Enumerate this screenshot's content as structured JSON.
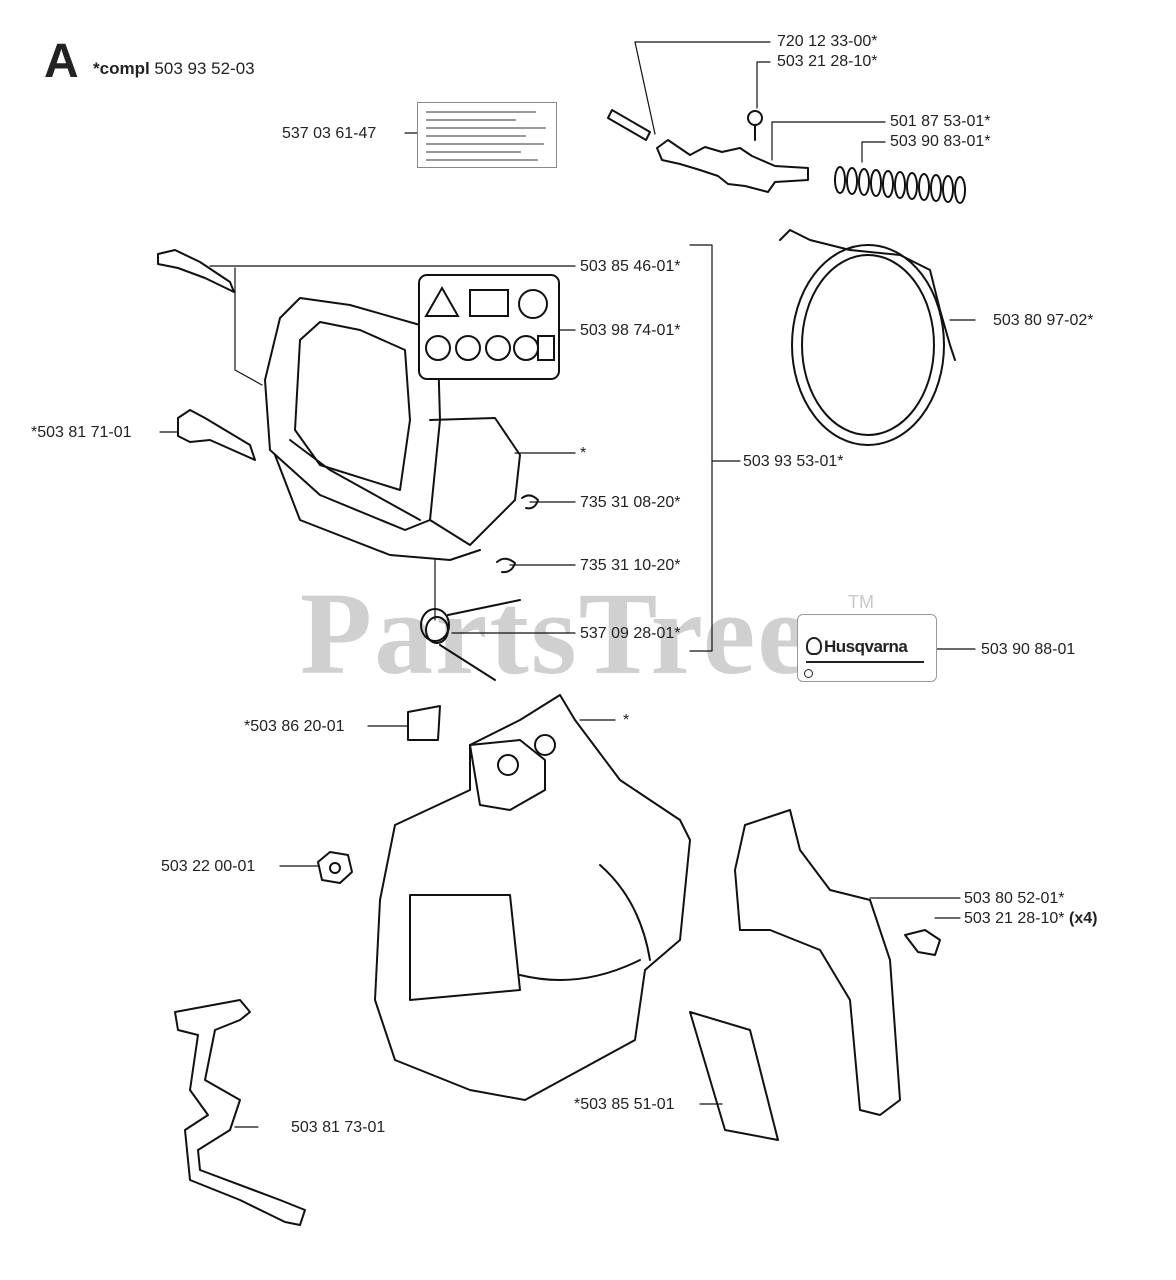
{
  "header": {
    "letter": "A",
    "compl_bold": "*compl",
    "compl_number": "503 93 52-03"
  },
  "watermark": {
    "text": "PartsTree",
    "tm": "TM"
  },
  "decal_brand": {
    "text": "Husqvarna"
  },
  "labels": {
    "l_720_12_33": "720 12 33-00*",
    "l_503_21_28_top": "503 21 28-10*",
    "l_537_03_61": "537 03 61-47",
    "l_501_87_53": "501 87 53-01*",
    "l_503_90_83": "503 90 83-01*",
    "l_503_85_46": "503 85 46-01*",
    "l_503_98_74": "503 98 74-01*",
    "l_503_80_97": "503 80 97-02*",
    "l_503_81_71": "*503 81 71-01",
    "l_star_1": "*",
    "l_503_93_53": "503 93 53-01*",
    "l_735_31_08": "735 31 08-20*",
    "l_735_31_10": "735 31 10-20*",
    "l_537_09_28": "537 09 28-01*",
    "l_503_90_88": "503 90 88-01",
    "l_503_86_20": "*503 86 20-01",
    "l_star_2": "*",
    "l_503_22_00": "503 22 00-01",
    "l_503_80_52": "503 80 52-01*",
    "l_503_21_28_bottom": "503 21 28-10*",
    "l_x4": "(x4)",
    "l_503_85_51": "*503 85 51-01",
    "l_503_81_73": "503 81 73-01"
  }
}
